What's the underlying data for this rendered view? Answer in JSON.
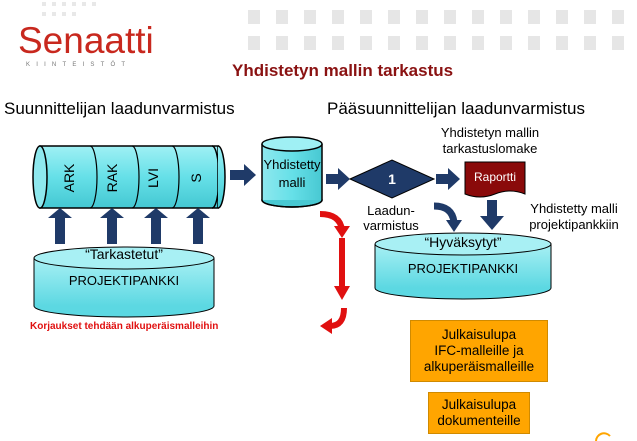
{
  "header": {
    "logo_text": "Senaatti",
    "logo_sub": "KIINTEISTÖT",
    "title": "Yhdistetyn mallin tarkastus"
  },
  "left": {
    "heading": "Suunnittelijan laadunvarmistus",
    "disciplines": [
      "ARK",
      "RAK",
      "LVI",
      "S"
    ],
    "bank_label": "“Tarkastetut”",
    "bank_name": "PROJEKTIPANKKI"
  },
  "middle": {
    "model_label_1": "Yhdistetty",
    "model_label_2": "malli",
    "correction_note": "Korjaukset tehdään alkuperäismalleihin"
  },
  "right": {
    "heading": "Pääsuunnittelijan laadunvarmistus",
    "form_label_1": "Yhdistetyn mallin",
    "form_label_2": "tarkastuslomake",
    "step_number": "1",
    "qa_label_1": "Laadun-",
    "qa_label_2": "varmistus",
    "report_label": "Raportti",
    "to_bank_1": "Yhdistetty malli",
    "to_bank_2": "projektipankkiin",
    "bank_label": "“Hyväksytyt”",
    "bank_name": "PROJEKTIPANKKI",
    "permit_1": [
      "Julkaisulupa",
      "IFC-malleille ja",
      "alkuperäismalleille"
    ],
    "permit_2": [
      "Julkaisulupa",
      "dokumenteille"
    ]
  },
  "colors": {
    "cyan": "#66e0e8",
    "navy": "#1f3a68",
    "red": "#e01010",
    "orange": "#ffa500",
    "title_red": "#8a1212"
  }
}
